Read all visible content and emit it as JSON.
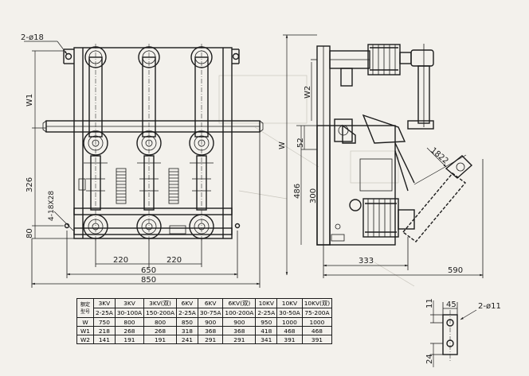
{
  "front_view": {
    "hole_label": "2-ø18",
    "slot_label": "4-18X28",
    "dim_w1": "W1",
    "dim_326": "326",
    "dim_80": "80",
    "dim_220_left": "220",
    "dim_220_right": "220",
    "dim_650": "650",
    "dim_850": "850"
  },
  "side_view": {
    "dim_w2": "W2",
    "dim_w": "W",
    "dim_52": "52",
    "dim_486": "486",
    "dim_300": "300",
    "dim_1822": "1822",
    "dim_333": "333",
    "dim_590": "590"
  },
  "detail_view": {
    "dim_11": "11",
    "dim_45": "45",
    "hole_label": "2-ø11",
    "dim_24": "24"
  },
  "table": {
    "header_top": "额定",
    "header_bottom": "型号",
    "row_labels": [
      "W",
      "W1",
      "W2"
    ],
    "columns": [
      {
        "voltage": "3KV",
        "current": "2-25A",
        "w": "750",
        "w1": "218",
        "w2": "141"
      },
      {
        "voltage": "3KV",
        "current": "30-100A",
        "w": "800",
        "w1": "268",
        "w2": "191"
      },
      {
        "voltage": "3KV(双)",
        "current": "150-200A",
        "w": "800",
        "w1": "268",
        "w2": "191"
      },
      {
        "voltage": "6KV",
        "current": "2-25A",
        "w": "850",
        "w1": "318",
        "w2": "241"
      },
      {
        "voltage": "6KV",
        "current": "30-75A",
        "w": "900",
        "w1": "368",
        "w2": "291"
      },
      {
        "voltage": "6KV(双)",
        "current": "100-200A",
        "w": "900",
        "w1": "368",
        "w2": "291"
      },
      {
        "voltage": "10KV",
        "current": "2-25A",
        "w": "950",
        "w1": "418",
        "w2": "341"
      },
      {
        "voltage": "10KV",
        "current": "30-50A",
        "w": "1000",
        "w1": "468",
        "w2": "391"
      },
      {
        "voltage": "10KV(双)",
        "current": "75-200A",
        "w": "1000",
        "w1": "468",
        "w2": "391"
      }
    ]
  }
}
